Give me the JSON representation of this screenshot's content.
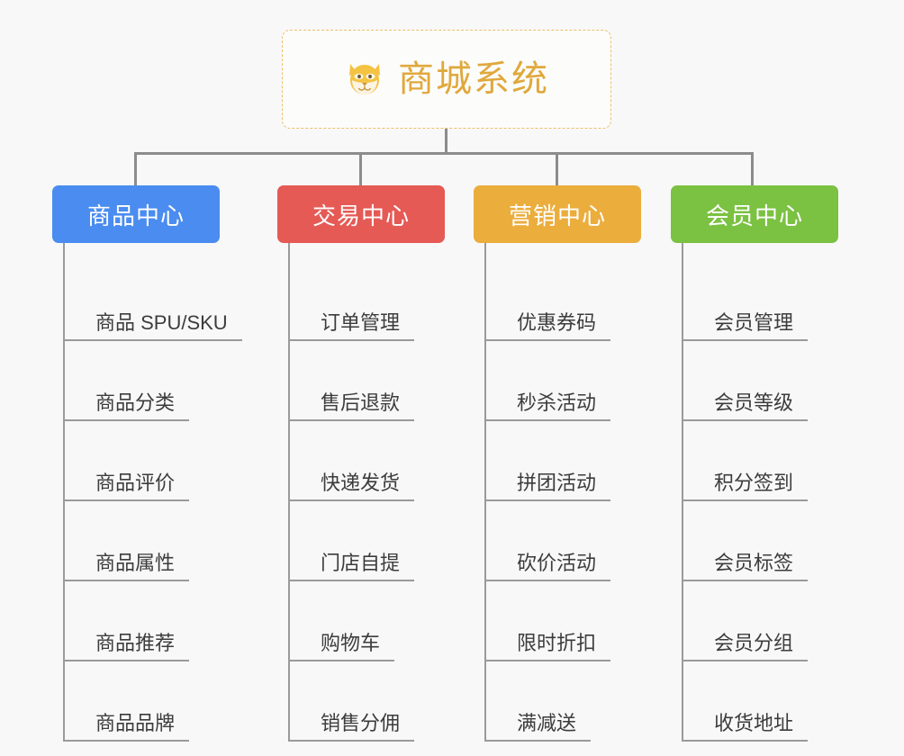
{
  "root": {
    "title": "商城系统",
    "icon": "dog-face-emoji",
    "border_color": "#ecc06a",
    "text_color": "#e0a83c",
    "background": "#fcfcfb"
  },
  "canvas": {
    "background": "#f8f8f8",
    "connector_color": "#8c8c8c",
    "leaf_line_color": "#9a9a9a",
    "leaf_text_color": "#3c3c3c"
  },
  "categories": [
    {
      "label": "商品中心",
      "color": "#4a8cf0",
      "items": [
        "商品 SPU/SKU",
        "商品分类",
        "商品评价",
        "商品属性",
        "商品推荐",
        "商品品牌"
      ]
    },
    {
      "label": "交易中心",
      "color": "#e55a55",
      "items": [
        "订单管理",
        "售后退款",
        "快递发货",
        "门店自提",
        "购物车",
        "销售分佣"
      ]
    },
    {
      "label": "营销中心",
      "color": "#ebad3c",
      "items": [
        "优惠券码",
        "秒杀活动",
        "拼团活动",
        "砍价活动",
        "限时折扣",
        "满减送"
      ]
    },
    {
      "label": "会员中心",
      "color": "#7bc142",
      "items": [
        "会员管理",
        "会员等级",
        "积分签到",
        "会员标签",
        "会员分组",
        "收货地址"
      ]
    }
  ]
}
